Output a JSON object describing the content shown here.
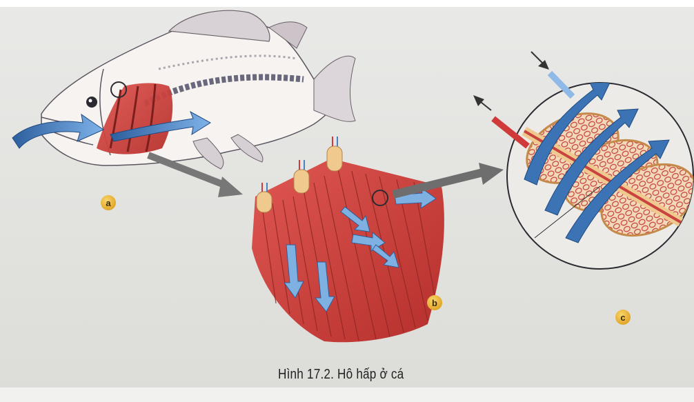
{
  "labels": {
    "a": "a",
    "b": "b",
    "c": "c"
  },
  "caption": "Hình 17.2. Hô hấp ở cá",
  "colors": {
    "water_arrow": "#3b73b4",
    "gill_filament": "#c9443f",
    "artery": "#d03a3a",
    "vein": "#6b9bd6",
    "badge": "#e6ad2e"
  }
}
